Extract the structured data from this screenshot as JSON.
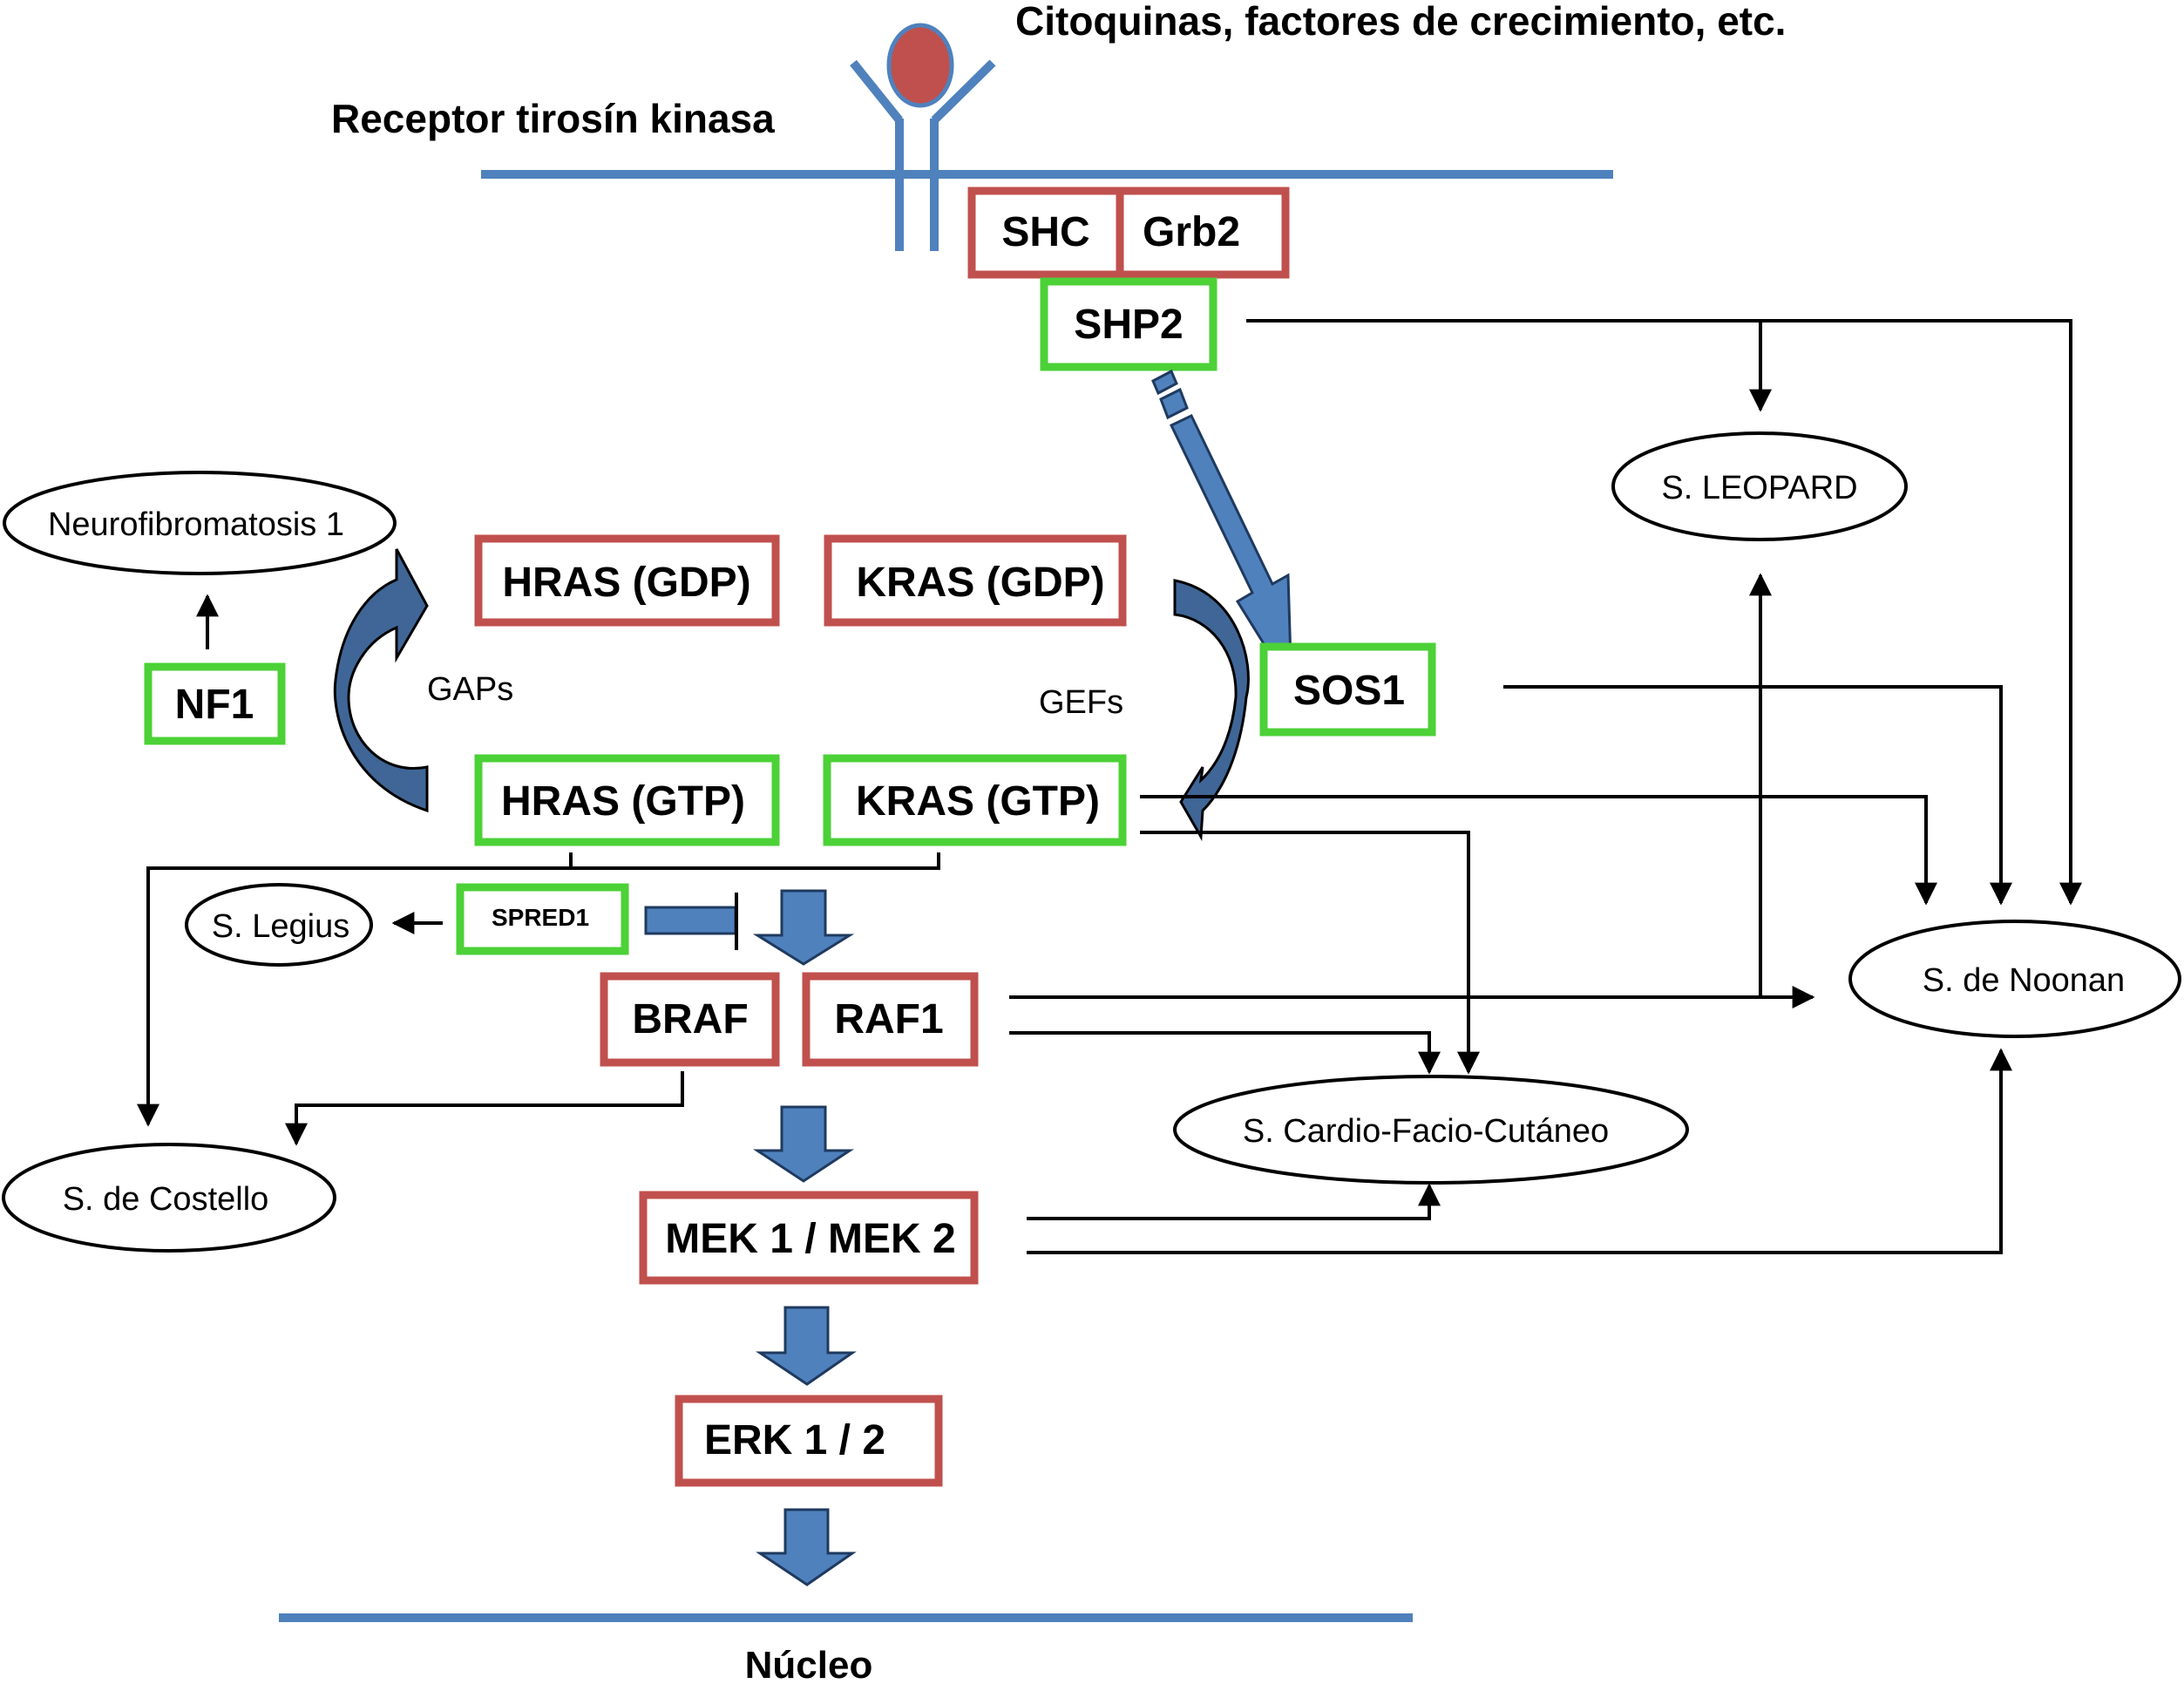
{
  "title_top": "Citoquinas, factores de crecimiento, etc.",
  "receptor_label": "Receptor tirosín kinasa",
  "nucleus_label": "Núcleo",
  "colors": {
    "membrane": "#4f81bd",
    "ligand": "#c0504d",
    "red_box": "#c0504d",
    "green_box": "#4cd137",
    "arrow_blue": "#4f81bd"
  },
  "legend_meaning": {
    "red_box": "component",
    "green_box": "component"
  },
  "nodes": {
    "shc": "SHC",
    "grb2": "Grb2",
    "shp2": "SHP2",
    "hras_gdp": "HRAS (GDP)",
    "kras_gdp": "KRAS (GDP)",
    "hras_gtp": "HRAS (GTP)",
    "kras_gtp": "KRAS (GTP)",
    "nf1": "NF1",
    "sos1": "SOS1",
    "spred1": "SPRED1",
    "braf": "BRAF",
    "raf1": "RAF1",
    "mek": "MEK 1 / MEK 2",
    "erk": "ERK 1 / 2"
  },
  "labels": {
    "gaps": "GAPs",
    "gefs": "GEFs"
  },
  "syndromes": {
    "nf1": "Neurofibromatosis 1",
    "leopard": "S. LEOPARD",
    "noonan": "S. de Noonan",
    "legius": "S. Legius",
    "costello": "S. de Costello",
    "cfc": "S. Cardio-Facio-Cutáneo"
  },
  "edges": [
    {
      "from": "SHP2",
      "to": "S. LEOPARD"
    },
    {
      "from": "SHP2",
      "to": "S. de Noonan"
    },
    {
      "from": "SOS1",
      "to": "S. de Noonan"
    },
    {
      "from": "KRAS (GTP)",
      "to": "S. de Noonan"
    },
    {
      "from": "KRAS (GTP)",
      "to": "S. Cardio-Facio-Cutáneo"
    },
    {
      "from": "RAF1",
      "to": "S. de Noonan"
    },
    {
      "from": "RAF1",
      "to": "S. LEOPARD"
    },
    {
      "from": "RAF1",
      "to": "S. Cardio-Facio-Cutáneo"
    },
    {
      "from": "MEK 1 / MEK 2",
      "to": "S. Cardio-Facio-Cutáneo"
    },
    {
      "from": "MEK 1 / MEK 2",
      "to": "S. de Noonan"
    },
    {
      "from": "HRAS (GTP)",
      "to": "S. de Costello"
    },
    {
      "from": "BRAF",
      "to": "S. de Costello"
    },
    {
      "from": "SPRED1",
      "to": "S. Legius"
    },
    {
      "from": "NF1",
      "to": "Neurofibromatosis 1"
    }
  ]
}
